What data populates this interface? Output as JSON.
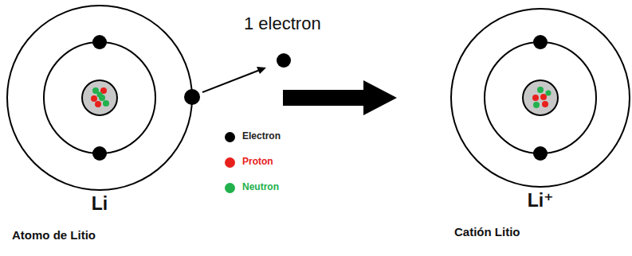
{
  "diagram": {
    "nodes": [
      {
        "text": [
          "Li",
          "Atomo de Litio"
        ]
      },
      {
        "text": [
          "Li⁺",
          "Catión Litio"
        ]
      }
    ],
    "edges": [
      {
        "from": 0,
        "to": 1,
        "arrow": "to"
      }
    ],
    "labels": [
      "1 electron"
    ],
    "legend": [
      {
        "text": "Electron",
        "color": "#000000"
      },
      {
        "text": "Proton",
        "color": "#e8201c"
      },
      {
        "text": "Neutron",
        "color": "#22b14c"
      }
    ]
  }
}
